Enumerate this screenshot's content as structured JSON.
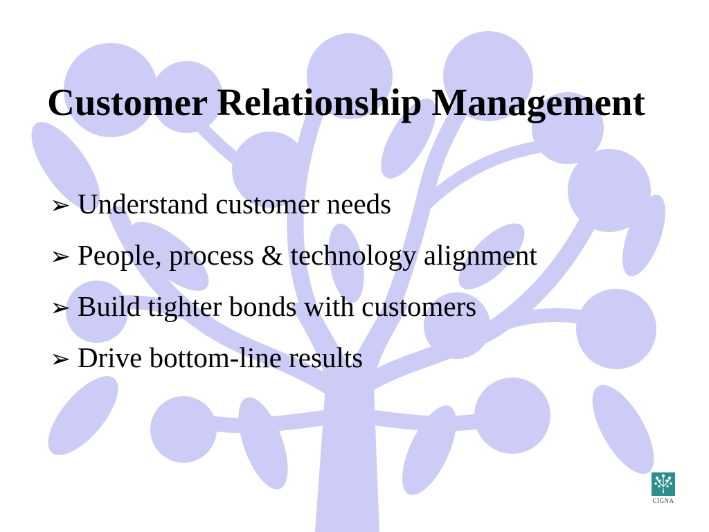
{
  "slide": {
    "title": "Customer Relationship Management",
    "bullet_marker": "➢",
    "bullets": [
      "Understand customer needs",
      "People, process & technology alignment",
      "Build tighter bonds with customers",
      "Drive bottom-line results"
    ]
  },
  "logo": {
    "text": "CIGNA",
    "icon": "tree-logo-icon",
    "color": "#2b8f8c"
  },
  "background": {
    "icon": "tree-watermark-icon",
    "color": "#ccccf7"
  }
}
